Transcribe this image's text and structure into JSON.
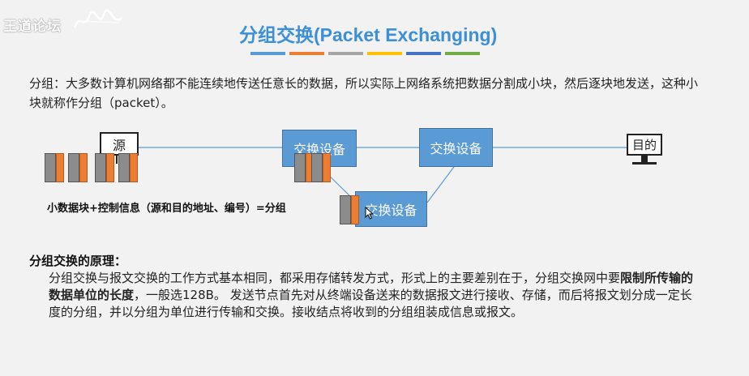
{
  "watermark": {
    "text": "王道论坛"
  },
  "title": {
    "cn": "分组交换",
    "en": "(Packet Exchanging)"
  },
  "title_bar_colors": [
    "#5b9bd5",
    "#ed7d31",
    "#a5a5a5",
    "#ffc000",
    "#4472c4",
    "#70ad47"
  ],
  "intro": "分组：大多数计算机网络都不能连续地传送任意长的数据，所以实际上网络系统把数据分割成小块，然后逐块地发送，这种小块就称作分组（packet）。",
  "diagram": {
    "source_label": "源",
    "destination_label": "目的",
    "switch_label": "交换设备",
    "caption": "小数据块+控制信息（源和目的地址、编号）=分组",
    "colors": {
      "switch": "#5b9bd5",
      "packet_gray": "#8c8c8c",
      "packet_orange": "#ed7d31",
      "line": "#5b9bd5"
    }
  },
  "principle": {
    "heading": "分组交换的原理：",
    "text_part1": "分组交换与报文交换的工作方式基本相同，都采用存储转发方式，形式上的主要差别在于，分组交换网中要",
    "text_bold": "限制所传输的数据单位的长度",
    "text_part2": "，一般选128B。 发送节点首先对从终端设备送来的数据报文进行接收、存储，而后将报文划分成一定长度的分组，并以分组为单位进行传输和交换。接收结点将收到的分组组装成信息或报文。"
  }
}
